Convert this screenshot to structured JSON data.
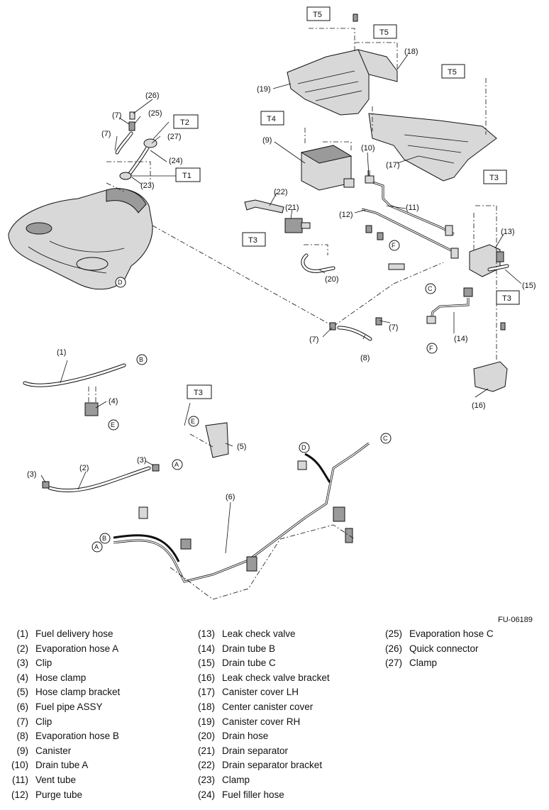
{
  "figure_code": "FU-06189",
  "torque_labels": {
    "t1": "T1",
    "t2": "T2",
    "t3": "T3",
    "t4": "T4",
    "t5": "T5"
  },
  "connectors": {
    "a": "A",
    "b": "B",
    "c": "C",
    "d": "D",
    "e": "E",
    "f": "F"
  },
  "callouts": {
    "p1": "(1)",
    "p2": "(2)",
    "p3": "(3)",
    "p4": "(4)",
    "p5": "(5)",
    "p6": "(6)",
    "p7": "(7)",
    "p8": "(8)",
    "p9": "(9)",
    "p10": "(10)",
    "p11": "(11)",
    "p12": "(12)",
    "p13": "(13)",
    "p14": "(14)",
    "p15": "(15)",
    "p16": "(16)",
    "p17": "(17)",
    "p18": "(18)",
    "p19": "(19)",
    "p20": "(20)",
    "p21": "(21)",
    "p22": "(22)",
    "p23": "(23)",
    "p24": "(24)",
    "p25": "(25)",
    "p26": "(26)",
    "p27": "(27)"
  },
  "legend": {
    "col1": [
      {
        "num": "(1)",
        "name": "Fuel delivery hose"
      },
      {
        "num": "(2)",
        "name": "Evaporation hose A"
      },
      {
        "num": "(3)",
        "name": "Clip"
      },
      {
        "num": "(4)",
        "name": "Hose clamp"
      },
      {
        "num": "(5)",
        "name": "Hose clamp bracket"
      },
      {
        "num": "(6)",
        "name": "Fuel pipe ASSY"
      },
      {
        "num": "(7)",
        "name": "Clip"
      },
      {
        "num": "(8)",
        "name": "Evaporation hose B"
      },
      {
        "num": "(9)",
        "name": "Canister"
      },
      {
        "num": "(10)",
        "name": "Drain tube A"
      },
      {
        "num": "(11)",
        "name": "Vent tube"
      },
      {
        "num": "(12)",
        "name": "Purge tube"
      }
    ],
    "col2": [
      {
        "num": "(13)",
        "name": "Leak check valve"
      },
      {
        "num": "(14)",
        "name": "Drain tube B"
      },
      {
        "num": "(15)",
        "name": "Drain tube C"
      },
      {
        "num": "(16)",
        "name": "Leak check valve bracket"
      },
      {
        "num": "(17)",
        "name": "Canister cover LH"
      },
      {
        "num": "(18)",
        "name": "Center canister cover"
      },
      {
        "num": "(19)",
        "name": "Canister cover RH"
      },
      {
        "num": "(20)",
        "name": "Drain hose"
      },
      {
        "num": "(21)",
        "name": "Drain separator"
      },
      {
        "num": "(22)",
        "name": "Drain separator bracket"
      },
      {
        "num": "(23)",
        "name": "Clamp"
      },
      {
        "num": "(24)",
        "name": "Fuel filler hose"
      }
    ],
    "col3": [
      {
        "num": "(25)",
        "name": "Evaporation hose C"
      },
      {
        "num": "(26)",
        "name": "Quick connector"
      },
      {
        "num": "(27)",
        "name": "Clamp"
      }
    ]
  }
}
